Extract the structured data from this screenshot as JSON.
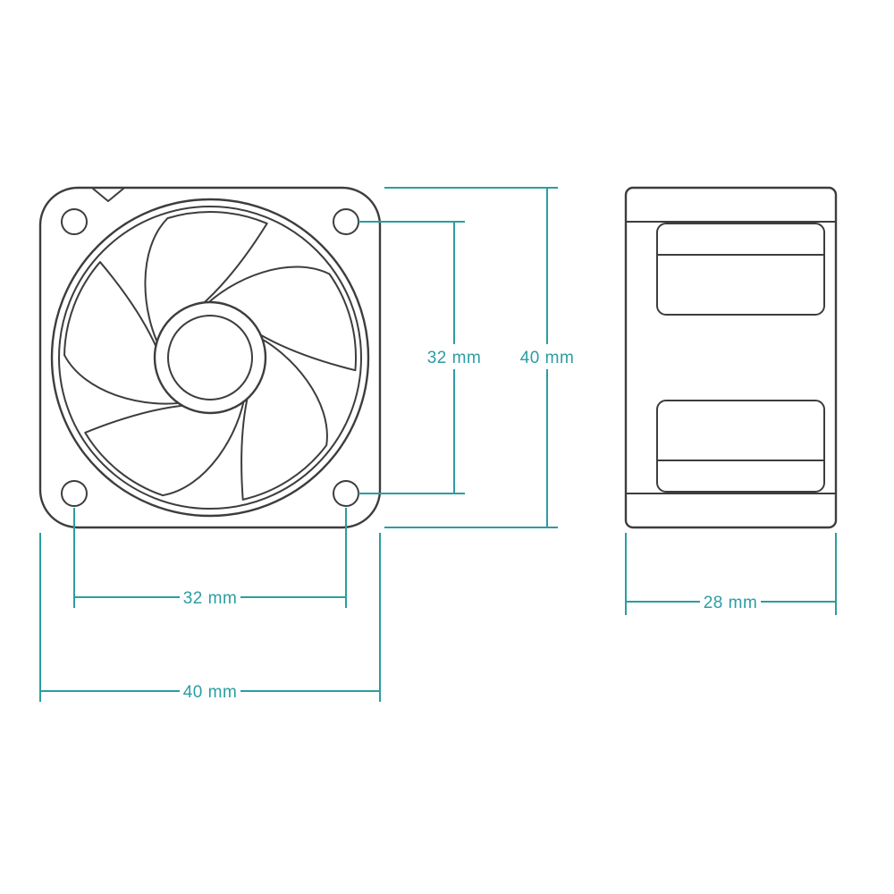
{
  "diagram": {
    "type": "technical-dimension-drawing",
    "subject": "axial-fan",
    "colors": {
      "outline": "#3d3d3d",
      "dimension": "#2b9da1",
      "background": "#ffffff"
    }
  },
  "labels": {
    "front_hole_spacing_vertical": "32 mm",
    "front_height": "40 mm",
    "front_hole_spacing_horizontal": "32 mm",
    "front_width": "40 mm",
    "side_depth": "28 mm"
  }
}
